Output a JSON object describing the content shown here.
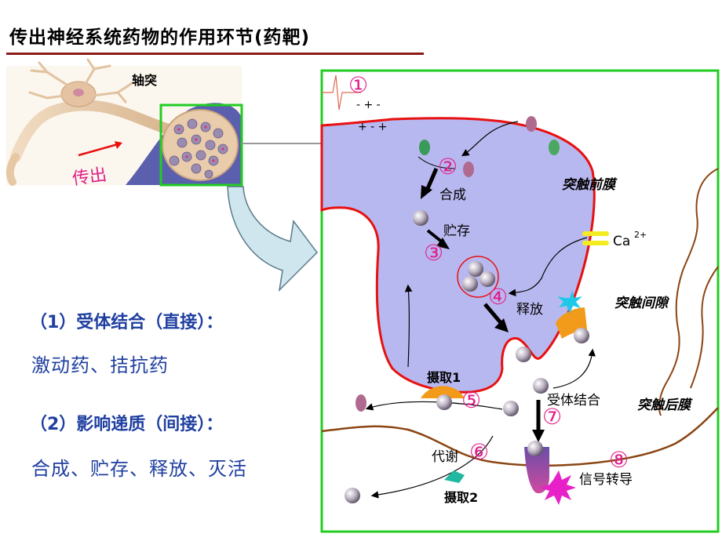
{
  "slide": {
    "title": "传出神经系统药物的作用环节(药靶)",
    "points": [
      {
        "heading": "（1）受体结合（直接）：",
        "body": "激动药、拮抗药"
      },
      {
        "heading": "（2）影响递质（间接）：",
        "body": "合成、贮存、释放、灭活"
      }
    ]
  },
  "neuron_inset": {
    "axon_label": "轴突",
    "direction_label": "传出"
  },
  "synapse": {
    "membrane_labels": {
      "presynaptic": "突触前膜",
      "cleft": "突触间隙",
      "postsynaptic": "突触后膜"
    },
    "charges_top": "- +  -",
    "charges_bottom": "+ - +",
    "calcium": "Ca",
    "calcium_charge": "2+",
    "steps": [
      {
        "num": "①",
        "label": ""
      },
      {
        "num": "②",
        "label": "合成"
      },
      {
        "num": "③",
        "label": "贮存"
      },
      {
        "num": "④",
        "label": "释放"
      },
      {
        "num": "⑤",
        "label": "摄取1"
      },
      {
        "num": "⑥",
        "label": "代谢"
      },
      {
        "num": "⑦",
        "label": "受体结合"
      },
      {
        "num": "⑧",
        "label": "信号转导"
      }
    ],
    "uptake2_label": "摄取2"
  },
  "colors": {
    "title_rule": "#8b1a1a",
    "text_blue": "#1f3fa0",
    "step_pink": "#e0208a",
    "frame_green": "#22cc22",
    "membrane_red": "#e81010",
    "cytoplasm": "#b8b8f0",
    "post_membrane": "#8b4513"
  }
}
